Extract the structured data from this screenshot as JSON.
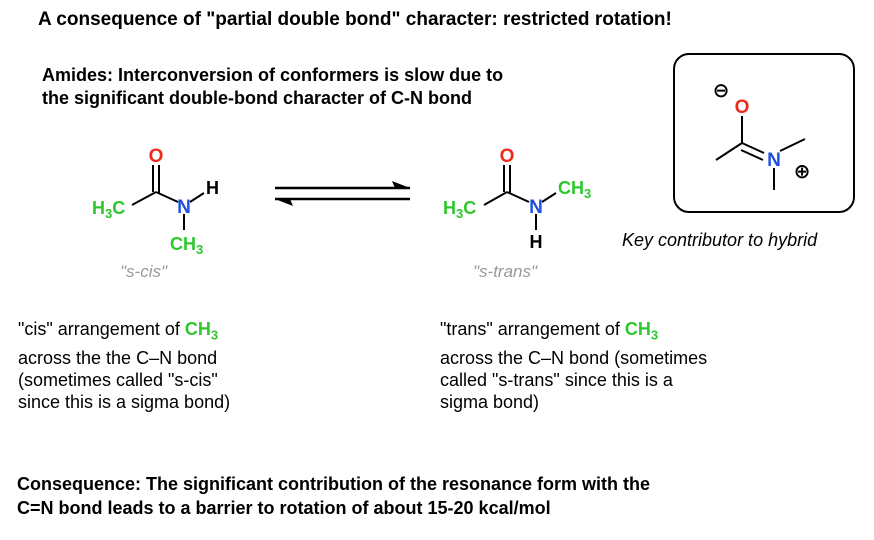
{
  "title": "A consequence of \"partial double bond\" character:  restricted rotation!",
  "subtitle": {
    "line1": "Amides: Interconversion of conformers is slow due to",
    "line2": "the significant double-bond character of C-N bond"
  },
  "molecules": {
    "cis": {
      "o": "O",
      "h3c": "H3C",
      "n": "N",
      "h": "H",
      "ch3": "CH3",
      "label": "\"s-cis\""
    },
    "trans": {
      "o": "O",
      "h3c": "H3C",
      "n": "N",
      "h": "H",
      "ch3": "CH3",
      "label": "\"s-trans\""
    },
    "resonance": {
      "o": "O",
      "n": "N",
      "minus": "⊖",
      "plus": "⊕",
      "caption": "Key contributor to hybrid"
    }
  },
  "notes": {
    "cis": {
      "line1_prefix": "\"cis\" arrangement of ",
      "line1_group": "CH3",
      "line2": "across the the C–N bond",
      "line3": "(sometimes called \"s-cis\"",
      "line4": "since this is a sigma bond)"
    },
    "trans": {
      "line1_prefix": "\"trans\" arrangement of ",
      "line1_group": "CH3",
      "line2": "across the C–N bond (sometimes",
      "line3": "called \"s-trans\" since this is a",
      "line4": "sigma bond)"
    }
  },
  "consequence": {
    "line1": "Consequence: The significant contribution of the resonance form with the",
    "line2": "C=N bond leads to a barrier to rotation of about 15-20 kcal/mol"
  },
  "colors": {
    "oxygen": "#ee2a1e",
    "nitrogen": "#1d4fe0",
    "methyl": "#2ec82e",
    "label_gray": "#999999"
  }
}
